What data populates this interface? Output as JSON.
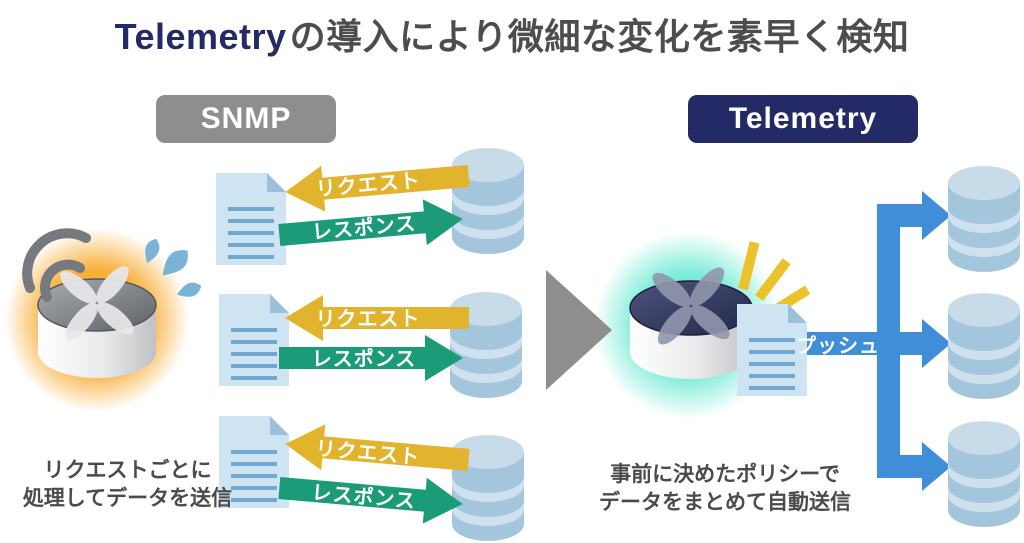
{
  "title": {
    "brand": "Telemetry",
    "rest": "の導入により微細な変化を素早く検知"
  },
  "snmp": {
    "badge": "SNMP",
    "request_label": "リクエスト",
    "response_label": "レスポンス",
    "caption_line1": "リクエストごとに",
    "caption_line2": "処理してデータを送信"
  },
  "telemetry": {
    "badge": "Telemetry",
    "push_label": "プッシュ",
    "caption_line1": "事前に決めたポリシーで",
    "caption_line2": "データをまとめて自動送信"
  },
  "icons": {
    "snmp_router": "router-overloaded-icon",
    "telemetry_router": "router-healthy-icon",
    "signal": "signal-arcs-icon",
    "sweat": "sweat-drops-icon",
    "alert": "alert-rays-icon",
    "document": "document-icon",
    "database": "database-icon",
    "transition": "transition-arrow-icon"
  },
  "colors": {
    "brand_navy": "#232A66",
    "title_gray": "#4D4D4D",
    "snmp_gray": "#8E8E8E",
    "request_yellow": "#E2B32C",
    "response_teal": "#1C9B78",
    "push_blue": "#3F8ED7",
    "database_blue": "#A3C6DD",
    "document_blue": "#CFE4F3",
    "glow_orange": "#F7A21B",
    "glow_teal": "#5EE8CF"
  }
}
